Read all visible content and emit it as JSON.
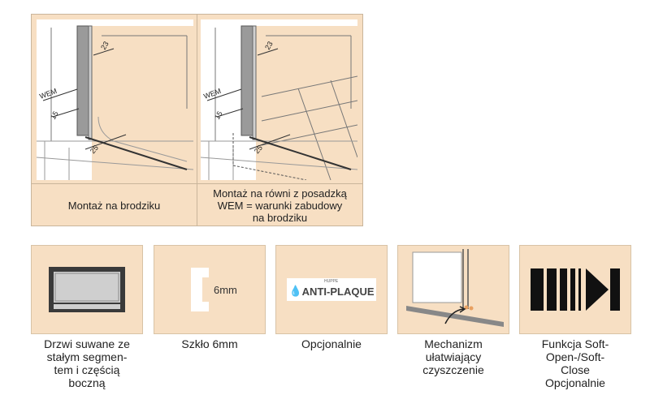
{
  "diagrams": {
    "left": {
      "caption": "Montaż na brodziku",
      "labels": {
        "top": "23",
        "wem": "WEM",
        "side": "15",
        "bottom": "25"
      }
    },
    "right": {
      "caption_lines": [
        "Montaż na równi z posadzką",
        "WEM = warunki zabudowy",
        "na brodziku"
      ],
      "labels": {
        "top": "23",
        "wem": "WEM",
        "side": "15",
        "bottom": "25"
      }
    }
  },
  "features": [
    {
      "id": "sliding",
      "label_lines": [
        "Drzwi suwane ze",
        "stałym segmen-",
        "tem i częścią",
        "boczną"
      ]
    },
    {
      "id": "glass",
      "icon_text": "6mm",
      "label_lines": [
        "Szkło 6mm"
      ]
    },
    {
      "id": "antiplaque",
      "icon_small": "HUPPE",
      "icon_text": "ANTI-PLAQUE",
      "label_lines": [
        "Opcjonalnie"
      ]
    },
    {
      "id": "cleaning",
      "label_lines": [
        "Mechanizm",
        "ułatwiający",
        "czyszczenie"
      ]
    },
    {
      "id": "softclose",
      "label_lines": [
        "Funkcja Soft-",
        "Open-/Soft-",
        "Close",
        "Opcjonalnie"
      ]
    }
  ],
  "colors": {
    "panel": "#f7dfc3",
    "border": "#c9b59b",
    "accent": "#e8a060"
  }
}
